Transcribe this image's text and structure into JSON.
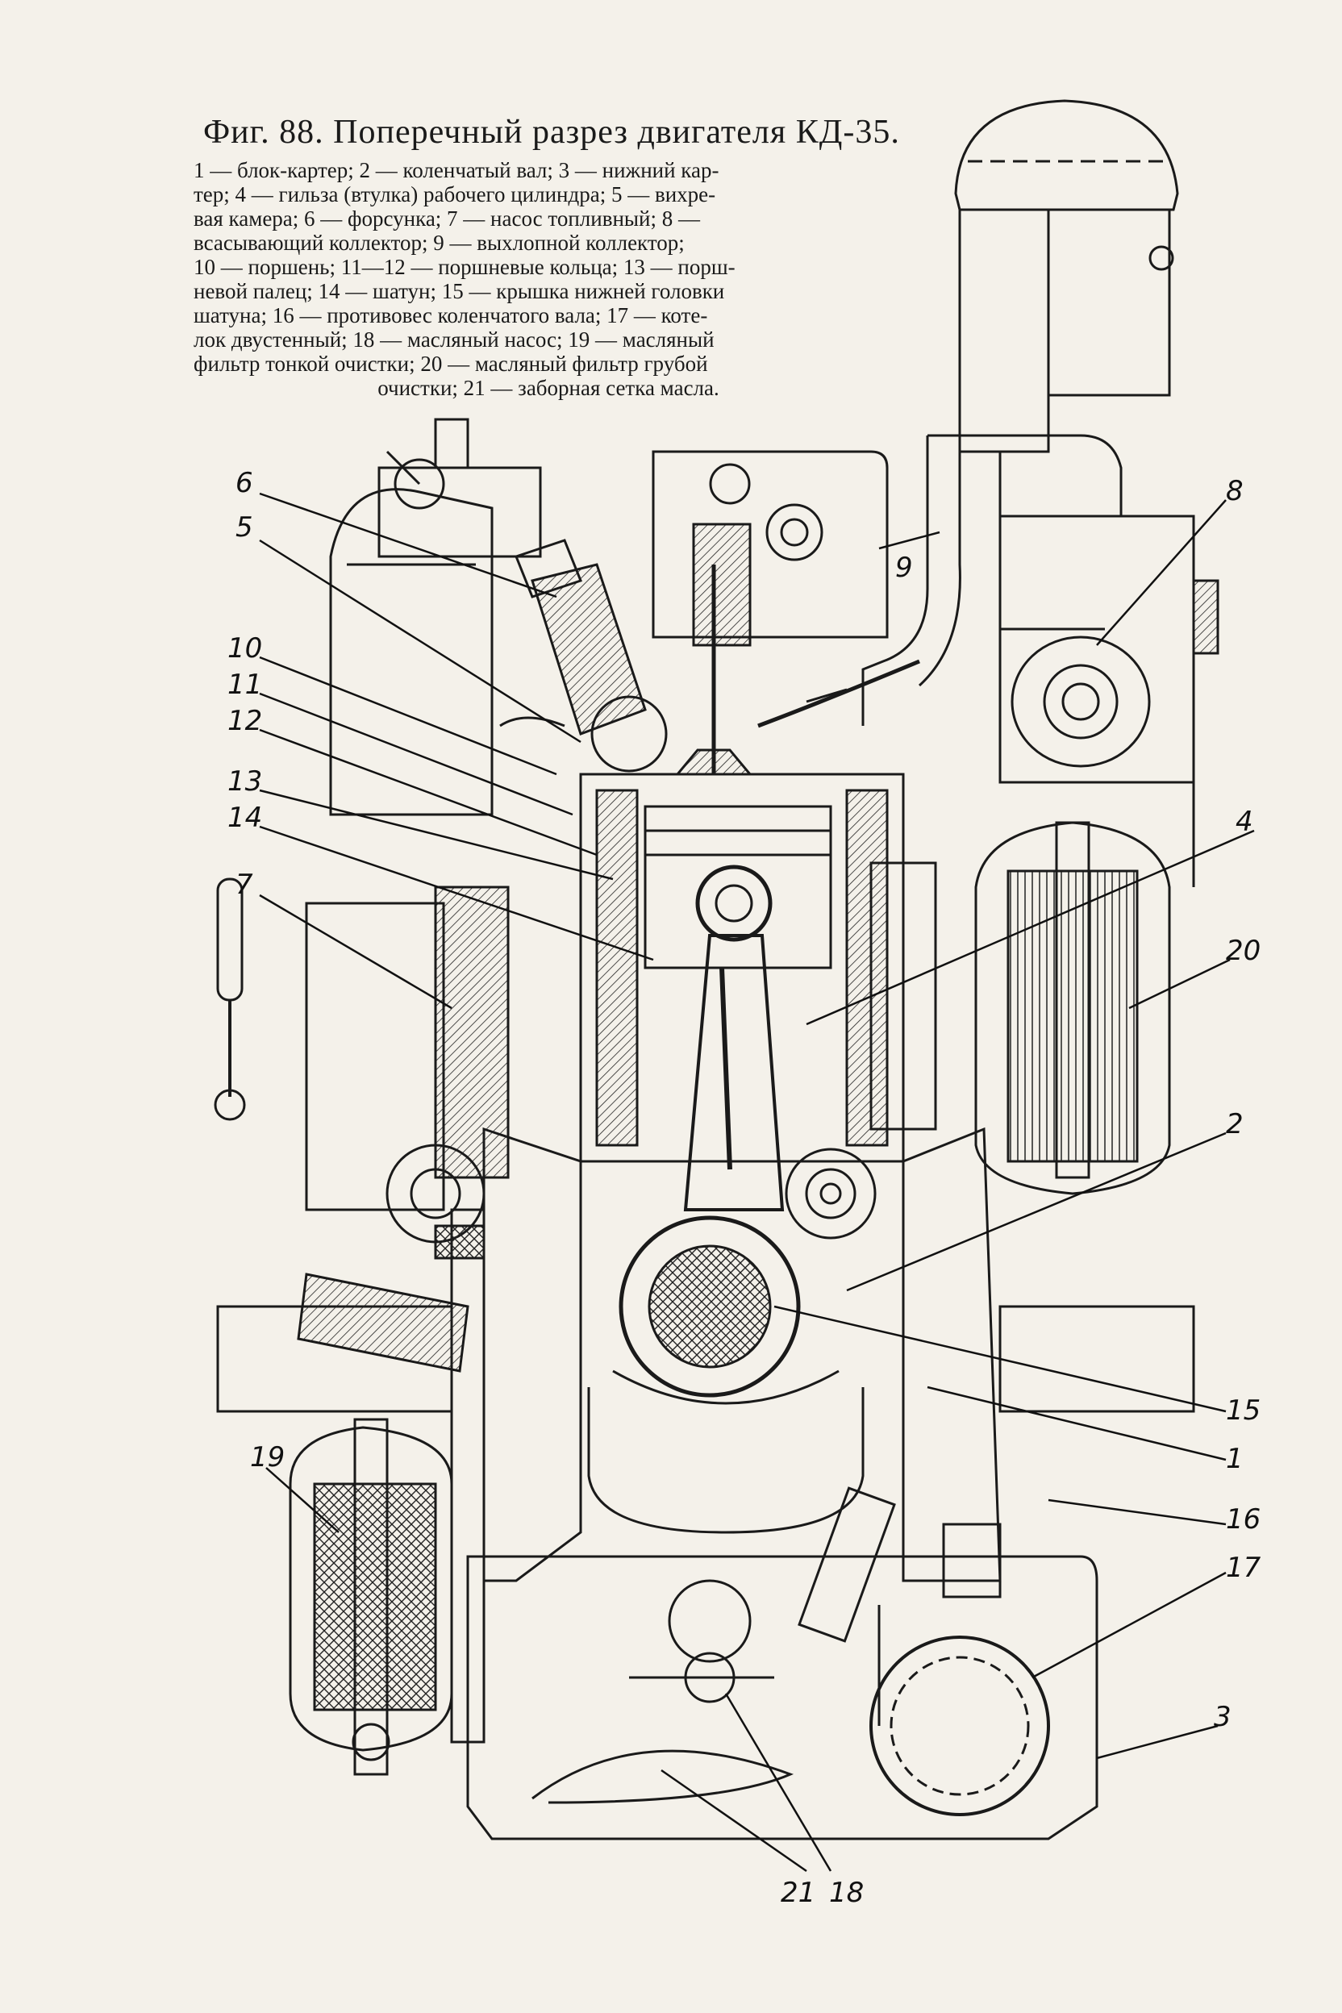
{
  "figure": {
    "title": "Фиг. 88. Поперечный разрез двигателя КД-35.",
    "caption_lines": [
      "1 — блок-картер; 2 — коленчатый вал; 3 — нижний кар-",
      "тер; 4 — гильза (втулка) рабочего цилиндра; 5 — вихре-",
      "вая камера; 6 — форсунка; 7 — насос топливный; 8 —",
      "всасывающий коллектор; 9 — выхлопной коллектор;",
      "10 — поршень; 11—12 — поршневые кольца; 13 — порш-",
      "невой палец; 14 — шатун; 15 — крышка нижней головки",
      "шатуна; 16 — противовес коленчатого вала; 17 — коте-",
      "лок двустенный; 18 — масляный насос; 19 — масляный",
      "фильтр тонкой очистки; 20 — масляный фильтр грубой",
      "очистки; 21 — заборная сетка масла."
    ]
  },
  "callouts": {
    "c1": "1",
    "c2": "2",
    "c3": "3",
    "c4": "4",
    "c5": "5",
    "c6": "6",
    "c7": "7",
    "c8": "8",
    "c9": "9",
    "c10": "10",
    "c11": "11",
    "c12": "12",
    "c13": "13",
    "c14": "14",
    "c15": "15",
    "c16": "16",
    "c17": "17",
    "c18": "18",
    "c19": "19",
    "c20": "20",
    "c21": "21"
  }
}
